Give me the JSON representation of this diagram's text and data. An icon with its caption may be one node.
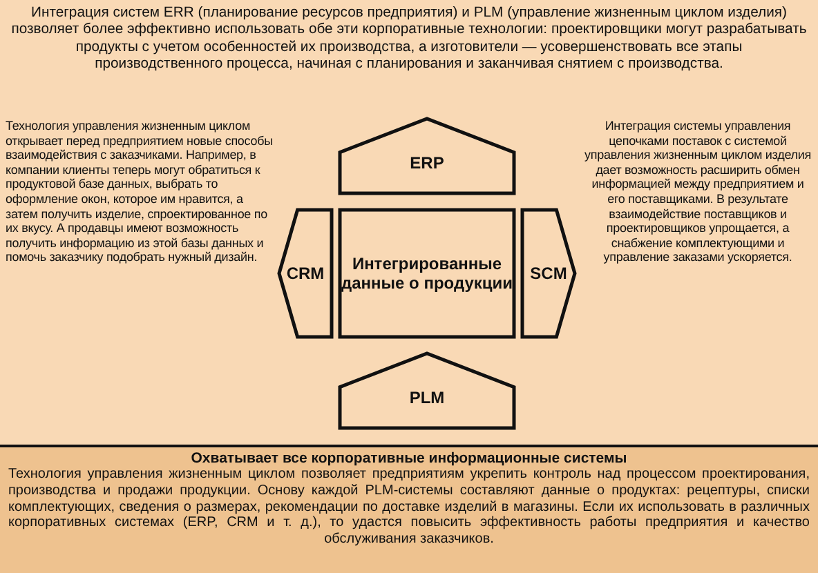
{
  "diagram": {
    "nodes": [
      {
        "text": [
          "ERP"
        ]
      },
      {
        "text": [
          "CRM"
        ]
      },
      {
        "text": [
          "Интегрированные данные о продукции"
        ]
      },
      {
        "text": [
          "SCM"
        ]
      },
      {
        "text": [
          "PLM"
        ]
      },
      {
        "text": [
          "Охватывает все корпоративные информационные системы",
          "Технология управления жизненным циклом позволяет предприятиям укрепить контроль над процессом проектирования, производства и продажи продукции. Основу каждой PLM-системы составляют данные о продуктах: рецептуры, списки комплектующих, сведения о размерах, рекомендации по доставке изделий в магазины. Если их использовать в различных корпоративных системах (ERP, CRM и т. д.), то удастся повысить эффективность работы предприятия и качество обслуживания заказчиков."
        ]
      }
    ],
    "labels": [
      "Интеграция систем ERR (планирование ресурсов предприятия) и PLM (управление жизненным циклом изделия) позволяет более эффективно использовать обе эти корпоративные технологии: проектировщики могут разрабатывать продукты с учетом особенностей их производства, а изготовители — усовершенствовать все этапы производственного процесса, начиная с планирования и заканчивая снятием с производства.",
      "Технология управления жизненным циклом открывает перед предприятием новые способы взаимодействия с заказчиками. Например, в компании клиенты теперь могут обратиться к продуктовой базе данных, выбрать то оформление окон, которое им нравится, а затем получить изделие, спроектированное по их вкусу. А продавцы имеют возможность получить информацию из этой базы данных и помочь заказчику подобрать нужный дизайн.",
      "Интеграция системы управления цепочками поставок с системой управления жизненным циклом изделия дает возможность расширить обмен информацией между предприятием и его поставщиками. В результате взаимодействие поставщиков и проектировщиков упрощается, а снабжение комплектующими и управление заказами ускоряется."
    ]
  }
}
